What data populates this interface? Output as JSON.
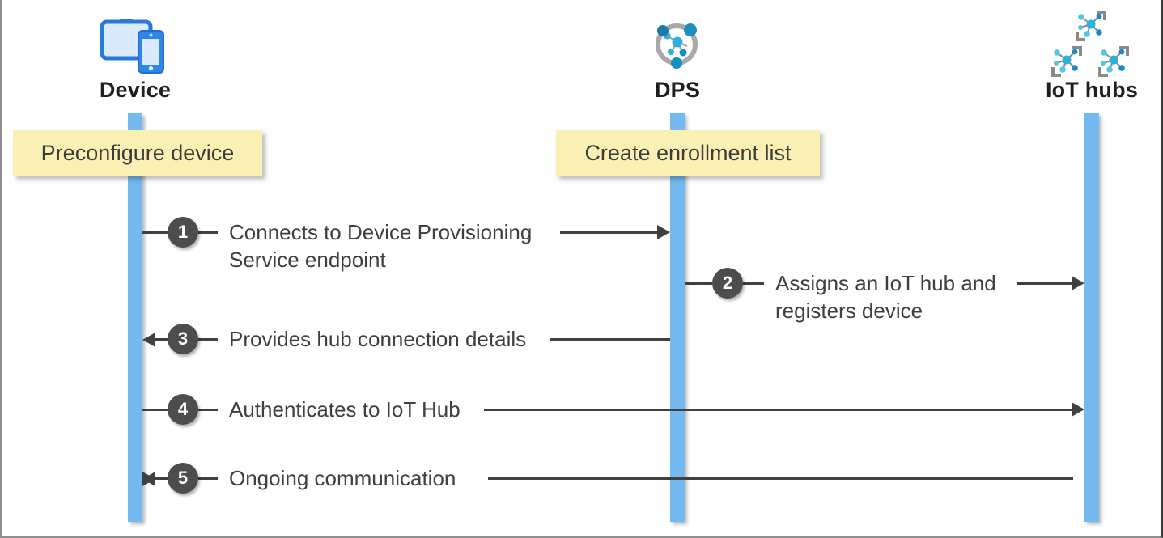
{
  "diagram": {
    "actors": [
      {
        "label": "Device",
        "icon": "device-tablet-phone-icon"
      },
      {
        "label": "DPS",
        "icon": "dps-provisioning-service-icon"
      },
      {
        "label": "IoT hubs",
        "icon": "iot-hubs-cluster-icon"
      }
    ],
    "notes": [
      {
        "text": "Preconfigure device"
      },
      {
        "text": "Create enrollment list"
      }
    ],
    "steps": [
      {
        "num": "1",
        "text": "Connects to Device Provisioning Service endpoint",
        "from": "Device",
        "to": "DPS"
      },
      {
        "num": "2",
        "text": "Assigns an IoT hub and registers device",
        "from": "DPS",
        "to": "IoT hubs"
      },
      {
        "num": "3",
        "text": "Provides hub connection details",
        "from": "DPS",
        "to": "Device"
      },
      {
        "num": "4",
        "text": "Authenticates to IoT Hub",
        "from": "Device",
        "to": "IoT hubs"
      },
      {
        "num": "5",
        "text": "Ongoing communication",
        "from": "IoT hubs",
        "to": "Device"
      }
    ],
    "colors": {
      "lifeline": "#74B9F0",
      "note_bg": "#FAF0B3",
      "badge": "#4D4D4D",
      "line": "#404040",
      "device_blue": "#2979DC",
      "hub_cyan": "#2BB3DC"
    }
  }
}
